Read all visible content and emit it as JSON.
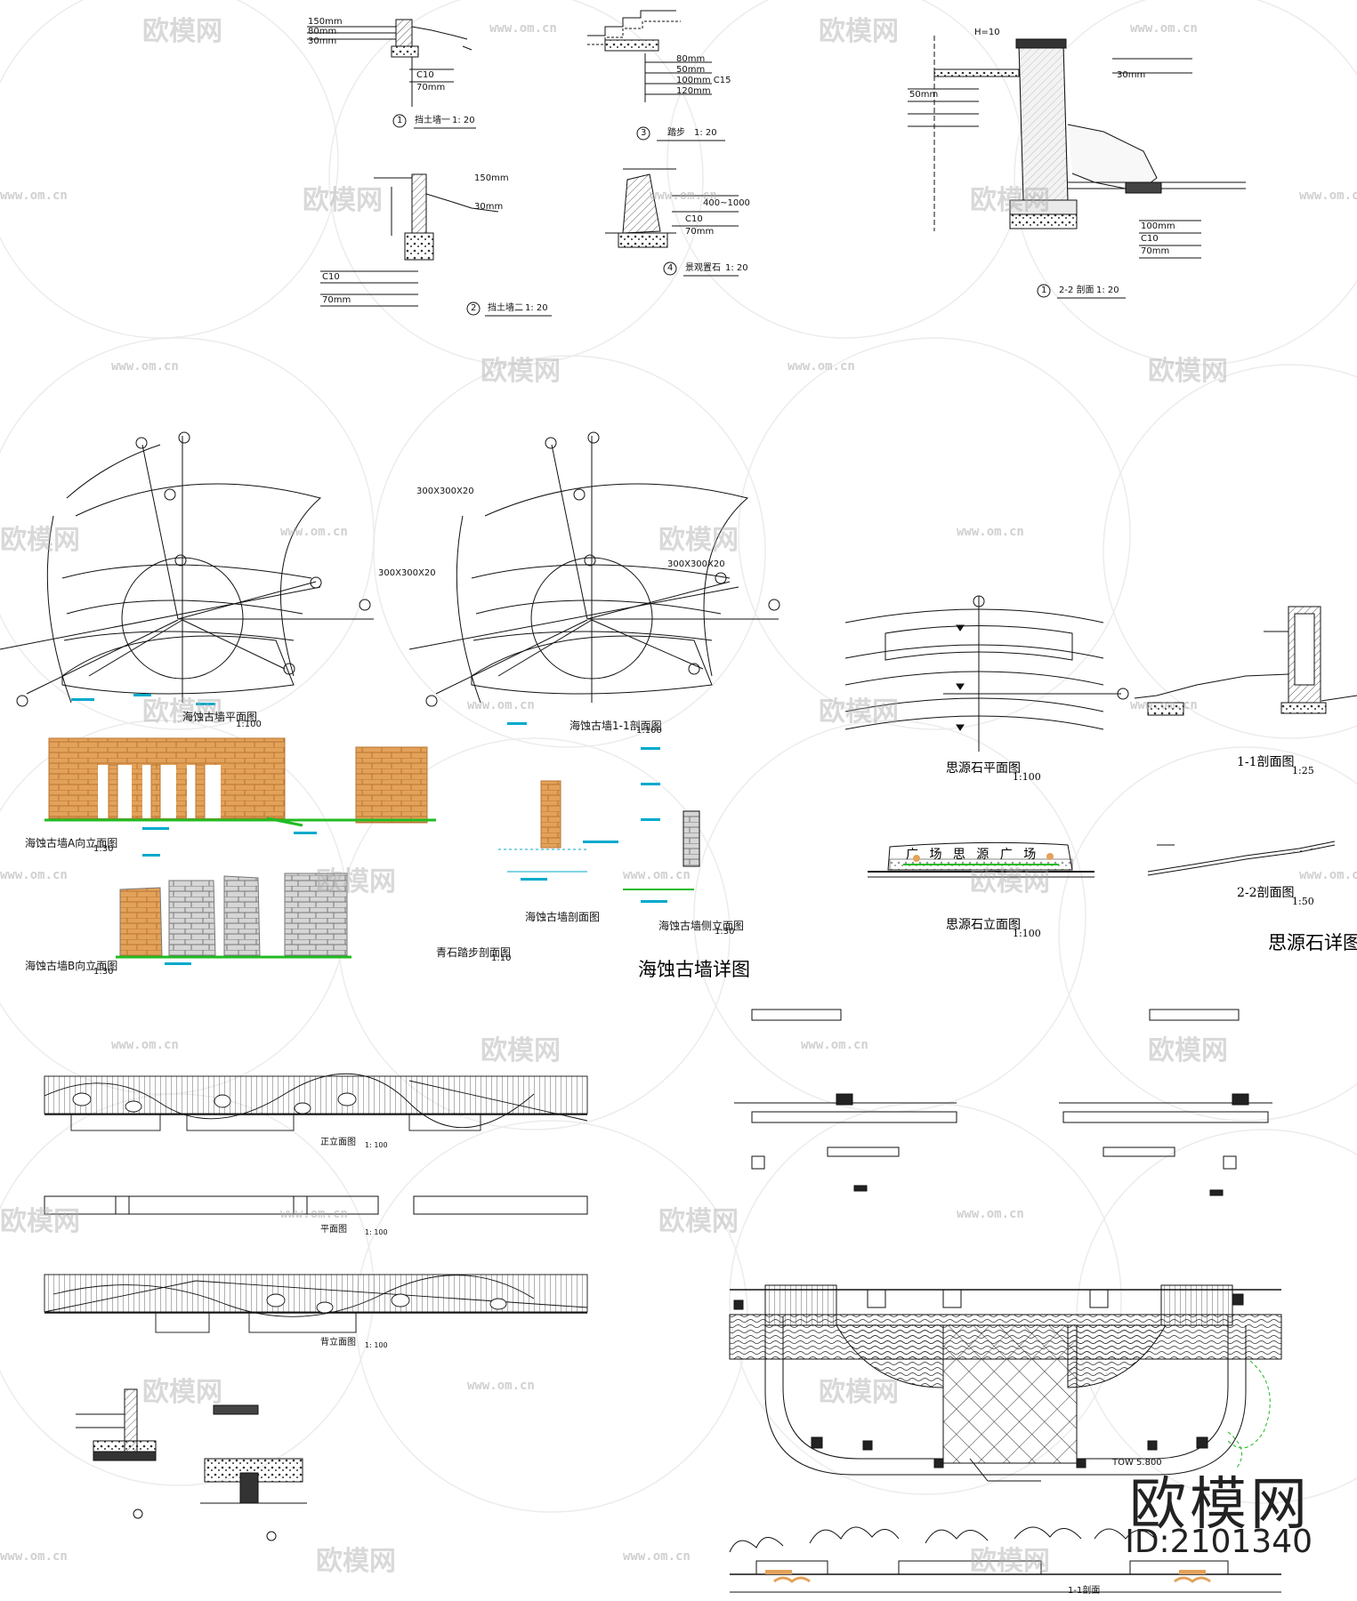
{
  "watermark": {
    "brand": "欧模网",
    "url": "www.om.cn"
  },
  "branding": {
    "logo_text": "欧模网",
    "id_text": "ID:2101340"
  },
  "top_details": {
    "detail1": {
      "num": "1",
      "title": "挡土墙一",
      "scale": "1: 20",
      "notes": [
        "150mm",
        "80mm",
        "30mm",
        "C10",
        "70mm"
      ]
    },
    "detail2": {
      "num": "2",
      "title": "挡土墙二",
      "scale": "1: 20",
      "notes": [
        "150mm",
        "30mm",
        "C10",
        "70mm"
      ]
    },
    "detail3": {
      "num": "3",
      "title": "踏步",
      "scale": "1: 20",
      "notes": [
        "80mm",
        "50mm",
        "100mm C15",
        "120mm"
      ]
    },
    "detail4": {
      "num": "4",
      "title": "景观置石",
      "scale": "1: 20",
      "notes": [
        "400~1000",
        "C10",
        "70mm"
      ]
    },
    "section22": {
      "num": "1",
      "title": "2-2 剖面",
      "scale": "1: 20",
      "notes": [
        "H=10",
        "30mm",
        "50mm",
        "C10",
        "70mm",
        "100mm"
      ]
    }
  },
  "haishi": {
    "plan_title": "海蚀古墙平面图",
    "plan_scale": "1:100",
    "section11_title": "海蚀古墙1-1剖面图",
    "section11_scale": "1:100",
    "elevA_title": "海蚀古墙A向立面图",
    "elevA_scale": "1:30",
    "elevB_title": "海蚀古墙B向立面图",
    "elevB_scale": "1:30",
    "stone_title": "青石踏步剖面图",
    "stone_scale": "1:10",
    "section_title": "海蚀古墙剖面图",
    "side_title": "海蚀古墙侧立面图",
    "side_scale": "1:30",
    "group_title": "海蚀古墙详图",
    "stone_dim1": "300X300X20",
    "stone_dim2": "300X300X20",
    "stone_dim3": "300X300X20"
  },
  "siyuan": {
    "plan_title": "思源石平面图",
    "plan_scale": "1:100",
    "elev_title": "思源石立面图",
    "elev_scale": "1:100",
    "sec11_title": "1-1剖面图",
    "sec11_scale": "1:25",
    "sec22_title": "2-2剖面图",
    "sec22_scale": "1:50",
    "group_title": "思源石详图",
    "carved_text": "广 场 思 源 广 场"
  },
  "fence": {
    "front_title": "正立面图",
    "front_scale": "1: 100",
    "plan_title": "平面图",
    "plan_scale": "1: 100",
    "back_title": "背立面图",
    "back_scale": "1: 100"
  },
  "plaza": {
    "elev_label": "TOW 5.800",
    "section_title": "1-1剖面"
  },
  "colors": {
    "brick": "#e3a25a",
    "brick_dark": "#b87430",
    "cyan": "#00aacc",
    "green": "#22bb22",
    "line": "#111111"
  }
}
